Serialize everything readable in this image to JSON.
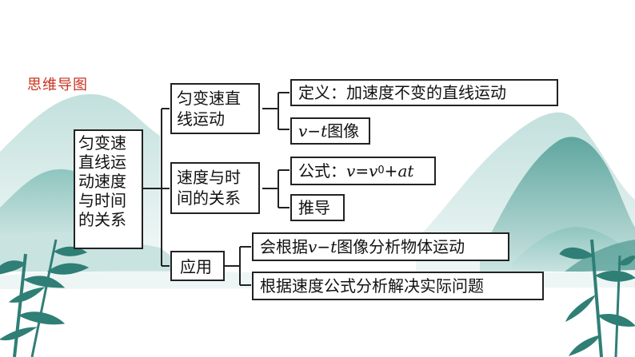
{
  "section_title": "思维导图",
  "root": "匀变速\n直线运\n动速度\n与时间\n的关系",
  "branches": [
    {
      "label": "匀变速直\n线运动"
    },
    {
      "label": "速度与时\n间的关系"
    },
    {
      "label": "应用"
    }
  ],
  "leaves": {
    "definition": "定义：加速度不变的直线运动",
    "vt_prefix": "v",
    "vt_dash": "−",
    "vt_t": "t",
    "vt_suffix": "图像",
    "formula_prefix": "公式：",
    "formula_v": "v",
    "formula_eq": "=",
    "formula_v0": "v",
    "formula_sub": "0",
    "formula_plus": "+",
    "formula_at": "at",
    "derivation": "推导",
    "app1_a": "会根据",
    "app1_v": "v",
    "app1_dash": "−",
    "app1_t": "t",
    "app1_b": "图像分析物体运动",
    "app2": "根据速度公式分析解决实际问题"
  },
  "colors": {
    "title": "#c9321f",
    "mountain_light": "#dbeceb",
    "mountain_mid": "#a9d3cf",
    "mountain_dark": "#5fa69f",
    "bamboo": "#2f7f76"
  }
}
